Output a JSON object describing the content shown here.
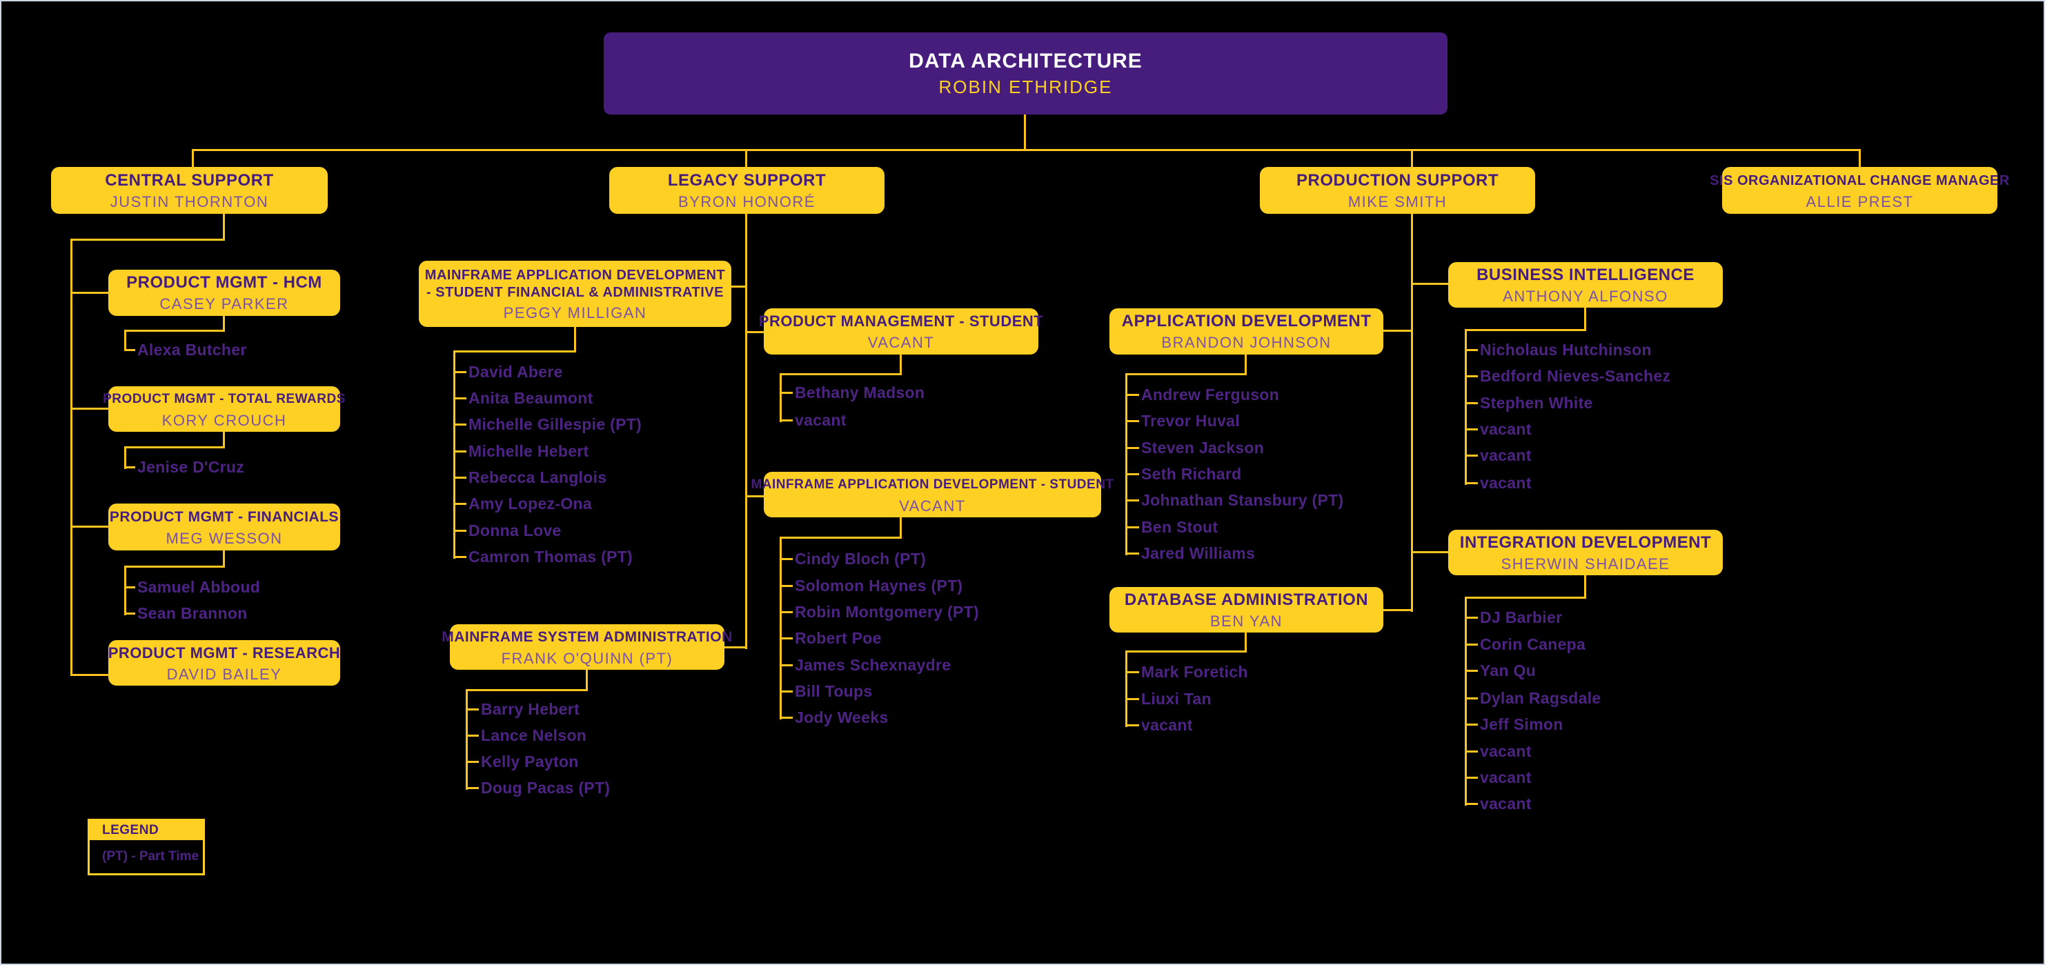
{
  "colors": {
    "background": "#000000",
    "purple": "#461D7C",
    "gold": "#FDD023",
    "line_gold": "#FCC41D",
    "box_title_purple": "#461D7C",
    "box_subtitle_purple": "#7B52A8",
    "report_name_purple": "#4D2483",
    "root_title_white": "#FFFFFF"
  },
  "root": {
    "title": "DATA ARCHITECTURE",
    "name": "ROBIN ETHRIDGE"
  },
  "nodes": {
    "central": {
      "title": "CENTRAL SUPPORT",
      "name": "JUSTIN THORNTON"
    },
    "legacy": {
      "title": "LEGACY SUPPORT",
      "name": "BYRON HONORÉ"
    },
    "production": {
      "title": "PRODUCTION SUPPORT",
      "name": "MIKE SMITH"
    },
    "sis": {
      "title": "SIS ORGANIZATIONAL CHANGE MANAGER",
      "name": "ALLIE PREST"
    },
    "hcm": {
      "title": "PRODUCT MGMT - HCM",
      "name": "CASEY PARKER",
      "reports": [
        "Alexa Butcher"
      ]
    },
    "rewards": {
      "title": "PRODUCT MGMT - TOTAL REWARDS",
      "name": "KORY CROUCH",
      "reports": [
        "Jenise D'Cruz"
      ]
    },
    "financials": {
      "title": "PRODUCT MGMT - FINANCIALS",
      "name": "MEG WESSON",
      "reports": [
        "Samuel Abboud",
        "Sean Brannon"
      ]
    },
    "research": {
      "title": "PRODUCT MGMT - RESEARCH",
      "name": "DAVID BAILEY"
    },
    "mad_sfa": {
      "title": "MAINFRAME APPLICATION DEVELOPMENT - STUDENT FINANCIAL & ADMINISTRATIVE",
      "name": "PEGGY MILLIGAN",
      "reports": [
        "David Abere",
        "Anita Beaumont",
        "Michelle Gillespie (PT)",
        "Michelle Hebert",
        "Rebecca Langlois",
        "Amy Lopez-Ona",
        "Donna Love",
        "Camron Thomas (PT)"
      ]
    },
    "msa": {
      "title": "MAINFRAME SYSTEM ADMINISTRATION",
      "name": "FRANK O'QUINN (PT)",
      "reports": [
        "Barry Hebert",
        "Lance Nelson",
        "Kelly Payton",
        "Doug Pacas (PT)"
      ]
    },
    "pms": {
      "title": "PRODUCT MANAGEMENT - STUDENT",
      "name": "VACANT",
      "reports": [
        "Bethany Madson",
        "vacant"
      ]
    },
    "mads": {
      "title": "MAINFRAME APPLICATION DEVELOPMENT - STUDENT",
      "name": "VACANT",
      "reports": [
        "Cindy Bloch (PT)",
        "Solomon Haynes (PT)",
        "Robin Montgomery (PT)",
        "Robert Poe",
        "James Schexnaydre",
        "Bill Toups",
        "Jody Weeks"
      ]
    },
    "ad": {
      "title": "APPLICATION DEVELOPMENT",
      "name": "BRANDON JOHNSON",
      "reports": [
        "Andrew Ferguson",
        "Trevor Huval",
        "Steven Jackson",
        "Seth Richard",
        "Johnathan Stansbury (PT)",
        "Ben Stout",
        "Jared Williams"
      ]
    },
    "dba": {
      "title": "DATABASE ADMINISTRATION",
      "name": "BEN YAN",
      "reports": [
        "Mark Foretich",
        "Liuxi Tan",
        "vacant"
      ]
    },
    "bi": {
      "title": "BUSINESS INTELLIGENCE",
      "name": "ANTHONY ALFONSO",
      "reports": [
        "Nicholaus Hutchinson",
        "Bedford Nieves-Sanchez",
        "Stephen White",
        "vacant",
        "vacant",
        "vacant"
      ]
    },
    "intdev": {
      "title": "INTEGRATION DEVELOPMENT",
      "name": "SHERWIN SHAIDAEE",
      "reports": [
        "DJ Barbier",
        "Corin Canepa",
        "Yan Qu",
        "Dylan Ragsdale",
        "Jeff Simon",
        "vacant",
        "vacant",
        "vacant"
      ]
    }
  },
  "legend": {
    "title": "LEGEND",
    "entry": "(PT) - Part Time"
  }
}
